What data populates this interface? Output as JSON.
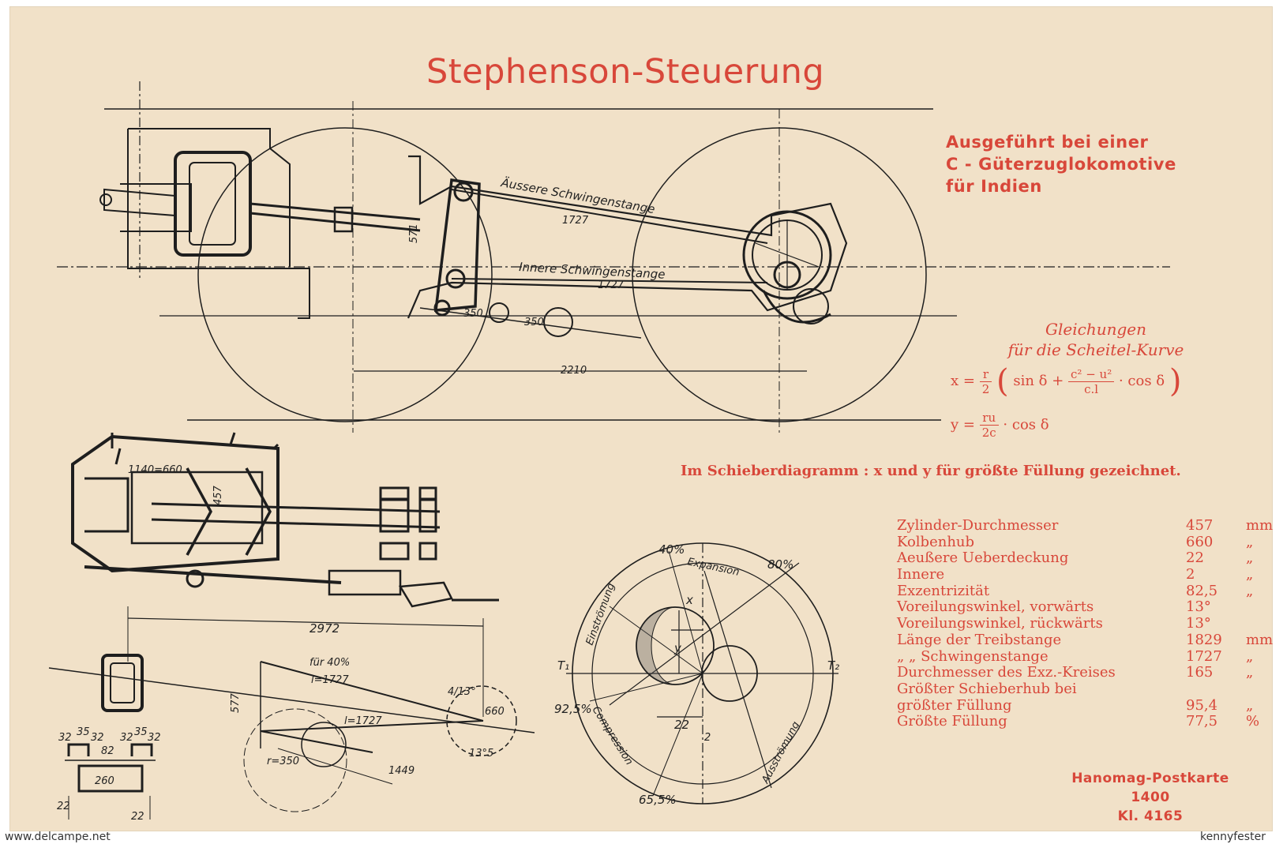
{
  "title": "Stephenson-Steuerung",
  "subtitle": [
    "Ausgeführt bei einer",
    "C - Güterzuglokomotive",
    "für Indien"
  ],
  "equations": {
    "heading": [
      "Gleichungen",
      "für die Scheitel-Kurve"
    ],
    "x_lhs": "x",
    "x_coeff": {
      "num": "r",
      "den": "2"
    },
    "x_sin": "sin δ +",
    "x_inner": {
      "num": "c² − u²",
      "den": "c.l"
    },
    "x_cos": "· cos δ",
    "y_lhs": "y",
    "y_coeff": {
      "num": "ru",
      "den": "2c"
    },
    "y_cos": "· cos δ"
  },
  "note": "Im Schieberdiagramm : x und y für größte Füllung gezeichnet.",
  "specs": [
    {
      "label": "Zylinder-Durchmesser",
      "value": "457",
      "unit": "mm"
    },
    {
      "label": "Kolbenhub",
      "value": "660",
      "unit": "„"
    },
    {
      "label": "Aeußere Ueberdeckung",
      "value": "22",
      "unit": "„"
    },
    {
      "label": "Innere",
      "value": "2",
      "unit": "„"
    },
    {
      "label": "Exzentrizität",
      "value": "82,5",
      "unit": "„"
    },
    {
      "label": "Voreilungswinkel, vorwärts",
      "value": "13°",
      "unit": ""
    },
    {
      "label": "Voreilungswinkel, rückwärts",
      "value": "13°",
      "unit": ""
    },
    {
      "label": "Länge der Treibstange",
      "value": "1829",
      "unit": "mm"
    },
    {
      "label": "„ „ Schwingenstange",
      "value": "1727",
      "unit": "„"
    },
    {
      "label": "Durchmesser des Exz.-Kreises",
      "value": "165",
      "unit": "„"
    },
    {
      "label": "Größter Schieberhub bei",
      "value": "",
      "unit": ""
    },
    {
      "label": "größter Füllung",
      "value": "95,4",
      "unit": "„"
    },
    {
      "label": "Größte Füllung",
      "value": "77,5",
      "unit": "%"
    }
  ],
  "footer": [
    "Hanomag-Postkarte",
    "1400",
    "Kl. 4165"
  ],
  "drawing_labels": {
    "outer_rod": "Äussere Schwingenstange",
    "inner_rod": "Innere Schwingenstange",
    "len1": "1727",
    "len2": "1727",
    "d571": "571",
    "d350a": "350",
    "d350b": "350",
    "d2210": "2210",
    "d1140": "1140=660",
    "d457": "457",
    "d2972": "2972",
    "fur40": "für 40%",
    "l1727": "l=1727",
    "l1727b": "l=1727",
    "d1449": "1449",
    "d660": "660",
    "a13a": "4/13°",
    "a13b": "13°5",
    "r350": "r=350",
    "d577": "577",
    "d32a": "32",
    "d35a": "35",
    "d32b": "32",
    "d82": "82",
    "d32c": "32",
    "d35b": "35",
    "d32d": "32",
    "d260": "260",
    "d22a": "22",
    "d22b": "22",
    "p40": "40%",
    "p80": "80%",
    "p925": "92,5%",
    "p655": "65,5%",
    "expansion": "Expansion",
    "einstromung": "Einströmung",
    "compression": "Compression",
    "ausstromung": "Ausströmung",
    "t1": "T₁",
    "t2": "T₂",
    "xlab": "x",
    "ylab": "y",
    "d22c": "22",
    "d2": "2"
  },
  "watermarks": {
    "left": "www.delcampe.net",
    "right": "kennyfester"
  },
  "colors": {
    "card": "#f1e1c8",
    "print_red": "#d8473a",
    "ink": "#1e1e1e"
  }
}
